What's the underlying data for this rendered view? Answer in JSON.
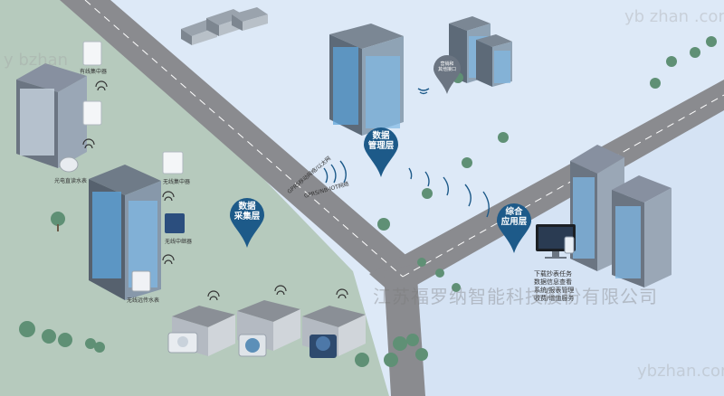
{
  "layers": {
    "data_collection": "数据\n采集层",
    "data_management": "数据\n管理层",
    "integrated_app": "综合\n应用层",
    "marketing": "营销和\n其他接口"
  },
  "devices": {
    "wired_concentrator": "有线集中器",
    "photoelectric_meter": "光电直读水表",
    "wireless_concentrator": "无线集中器",
    "wireless_repeater": "无线中继器",
    "wireless_remote_meter": "无线远传水表"
  },
  "networks": {
    "gprs_ethernet": "GPRS移动网络/以太网",
    "gprs_nbiot": "GPRS/NB-IOT网络"
  },
  "services": [
    "下载抄表任务",
    "数据信息查看",
    "系统/报表管理",
    "收费/增值服务"
  ],
  "watermarks": {
    "company": "江苏福罗纳智能科技股份有限公司",
    "top_right": "yb zhan .com",
    "bottom_right": "ybzhan.com",
    "left": "y bzhan"
  },
  "colors": {
    "pin": "#1d5a89",
    "lower_ground": "#b6cabd",
    "upper_ground": "#dde9f7",
    "road": "#8a8b8f",
    "building_window": "#5ea4d9"
  }
}
